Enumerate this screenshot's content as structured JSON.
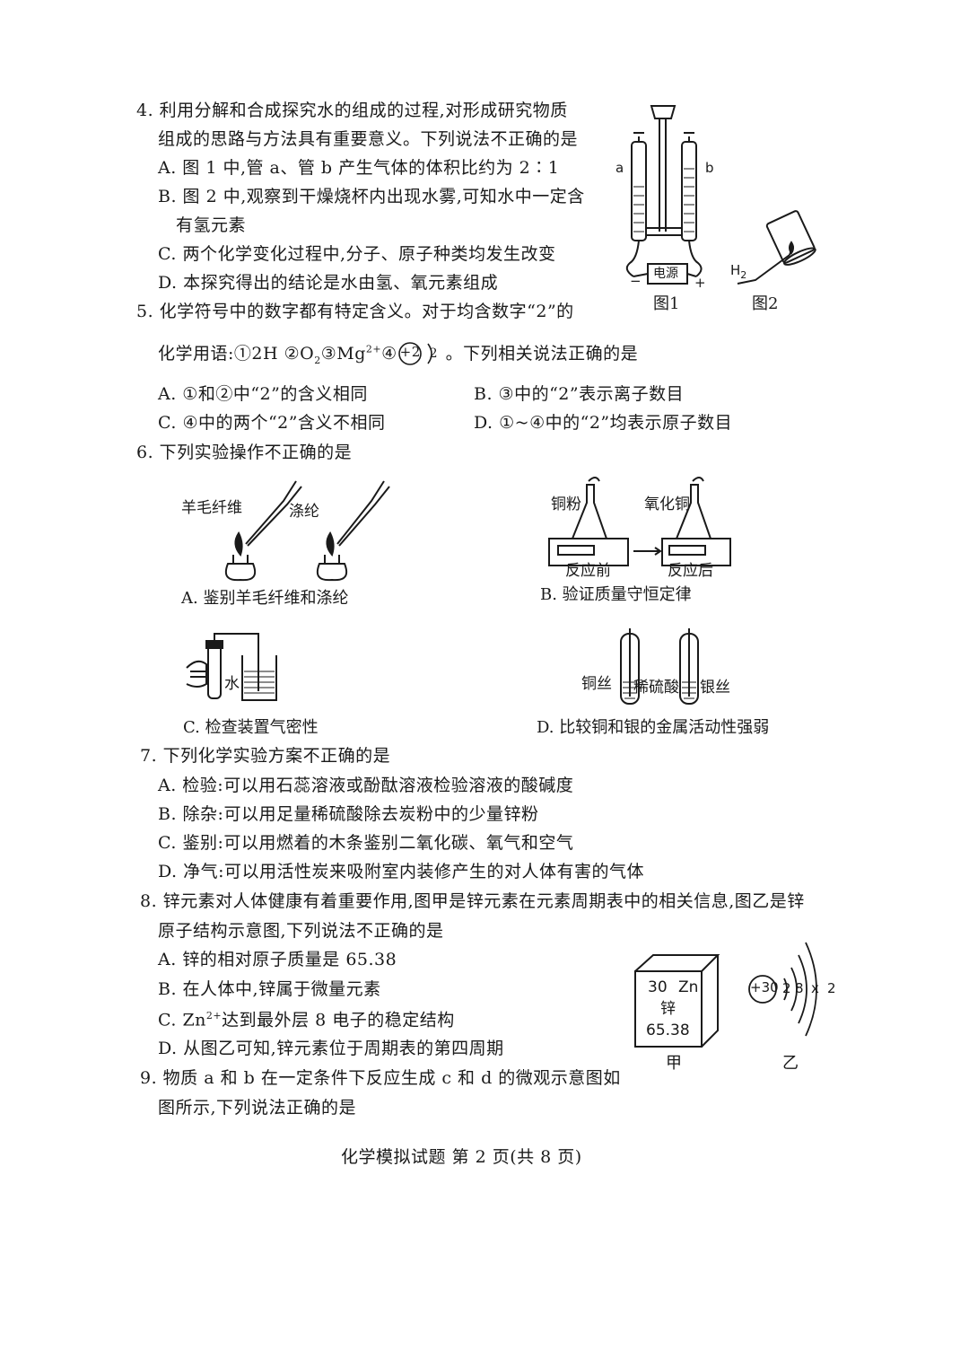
{
  "q4": {
    "stem_line1": "4. 利用分解和合成探究水的组成的过程,对形成研究物质",
    "stem_line2": "组成的思路与方法具有重要意义。下列说法不正确的是",
    "optA": "A. 图 1 中,管 a、管 b 产生气体的体积比约为 2∶1",
    "optB_line1": "B. 图 2 中,观察到干燥烧杯内出现水雾,可知水中一定含",
    "optB_line2": "有氢元素",
    "optC": "C. 两个化学变化过程中,分子、原子种类均发生改变",
    "optD": "D. 本探究得出的结论是水由氢、氧元素组成",
    "fig1": {
      "label_a": "a",
      "label_b": "b",
      "power": "电源",
      "minus": "−",
      "plus": "+",
      "caption": "图1"
    },
    "fig2": {
      "gas": "H",
      "gas_sub": "2",
      "caption": "图2"
    }
  },
  "q5": {
    "stem_line1": "5. 化学符号中的数字都有特定含义。对于均含数字“2”的",
    "stem_prefix": "化学用语:①2H ②O",
    "o2_sub": "2",
    "mg": "③Mg",
    "mg_sup": "2+",
    "item4": "④",
    "circle_num": "+2",
    "shell_num": "2",
    "stem_suffix": "。下列相关说法正确的是",
    "optA": "A. ①和②中“2”的含义相同",
    "optB": "B. ③中的“2”表示离子数目",
    "optC": "C. ④中的两个“2”含义不相同",
    "optD": "D. ①~④中的“2”均表示原子数目"
  },
  "q6": {
    "stem": "6. 下列实验操作不正确的是",
    "figA": {
      "label1": "羊毛纤维",
      "label2": "涤纶",
      "caption": "A. 鉴别羊毛纤维和涤纶"
    },
    "figB": {
      "label1": "铜粉",
      "label2": "氧化铜",
      "before": "反应前",
      "after": "反应后",
      "caption": "B. 验证质量守恒定律"
    },
    "figC": {
      "label": "水",
      "caption": "C. 检查装置气密性"
    },
    "figD": {
      "label1": "铜丝",
      "label2": "稀硫酸",
      "label3": "银丝",
      "caption": "D. 比较铜和银的金属活动性强弱"
    }
  },
  "q7": {
    "stem": "7. 下列化学实验方案不正确的是",
    "optA": "A. 检验:可以用石蕊溶液或酚酞溶液检验溶液的酸碱度",
    "optB": "B. 除杂:可以用足量稀硫酸除去炭粉中的少量锌粉",
    "optC": "C. 鉴别:可以用燃着的木条鉴别二氧化碳、氧气和空气",
    "optD": "D. 净气:可以用活性炭来吸附室内装修产生的对人体有害的气体"
  },
  "q8": {
    "stem_line1": "8. 锌元素对人体健康有着重要作用,图甲是锌元素在元素周期表中的相关信息,图乙是锌",
    "stem_line2": "原子结构示意图,下列说法不正确的是",
    "optA": "A. 锌的相对原子质量是 65.38",
    "optB": "B. 在人体中,锌属于微量元素",
    "optC_prefix": "C. Zn",
    "optC_sup": "2+",
    "optC_suffix": "达到最外层 8 电子的稳定结构",
    "optD": "D. 从图乙可知,锌元素位于周期表的第四周期",
    "fig_jia": {
      "number": "30",
      "symbol": "Zn",
      "name": "锌",
      "mass": "65.38",
      "caption": "甲"
    },
    "fig_yi": {
      "nucleus": "+30",
      "shells": [
        "2",
        "8",
        "x",
        "2"
      ],
      "caption": "乙"
    }
  },
  "q9": {
    "stem_line1": "9. 物质 a 和 b 在一定条件下反应生成 c 和 d 的微观示意图如",
    "stem_line2": "图所示,下列说法正确的是"
  },
  "footer": "化学模拟试题 第 2 页(共 8 页)"
}
